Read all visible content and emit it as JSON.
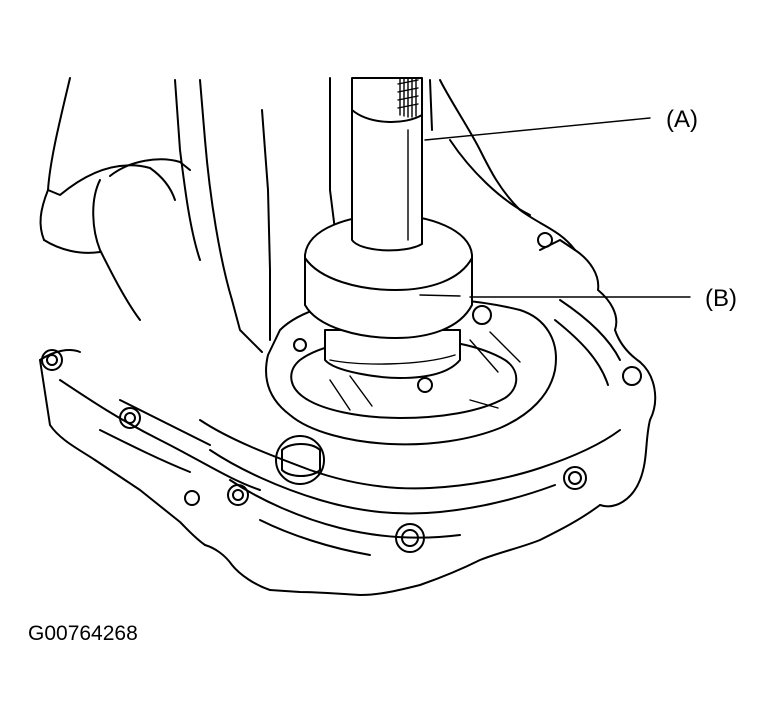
{
  "labels": {
    "tool_a": "(A)",
    "tool_b": "(B)"
  },
  "figure_code": "G00764268",
  "colors": {
    "line": "#000000",
    "background": "#ffffff"
  }
}
